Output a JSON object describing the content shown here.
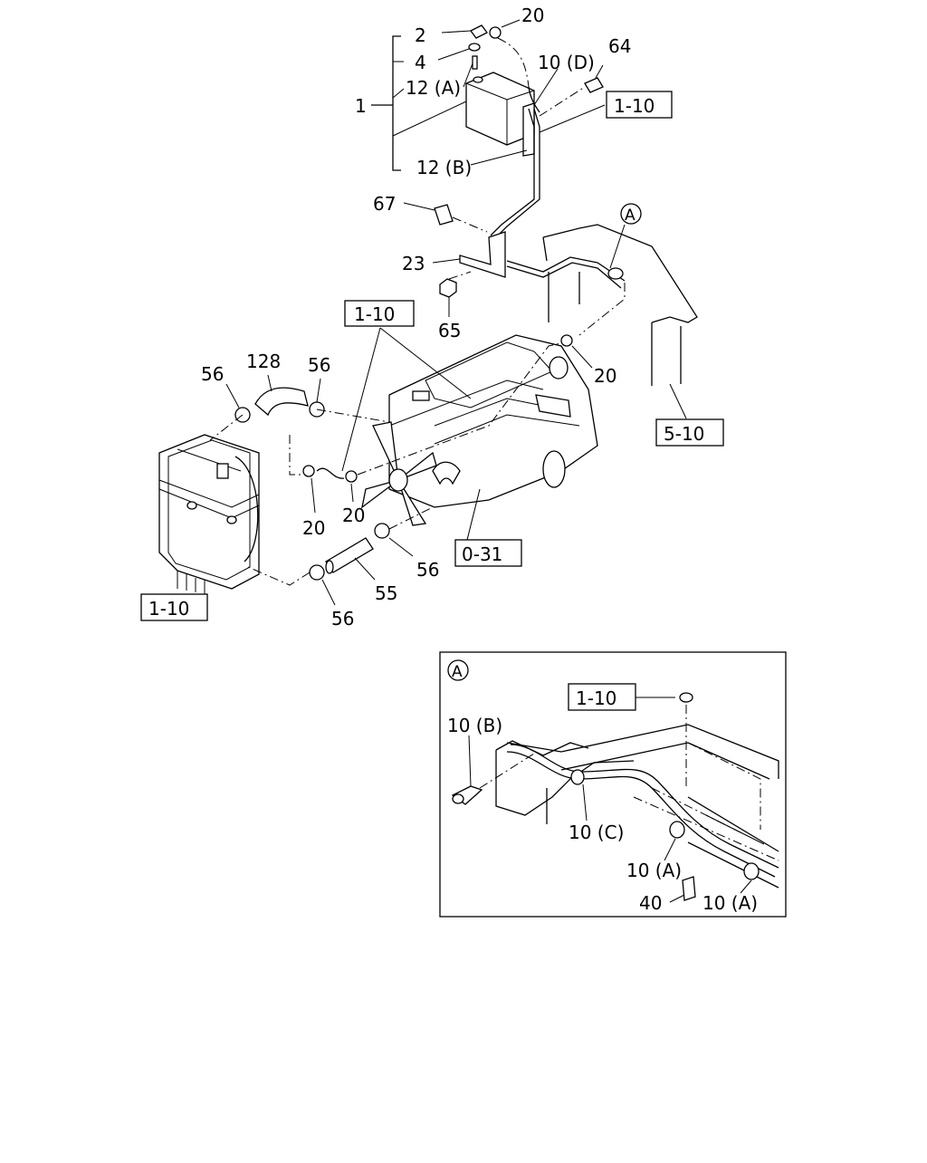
{
  "labels": {
    "l2": "2",
    "l20_top": "20",
    "l4": "4",
    "l10d": "10 (D)",
    "l64": "64",
    "l12a": "12 (A)",
    "l1": "1",
    "l12b": "12 (B)",
    "l67": "67",
    "l23": "23",
    "l65": "65",
    "l56_left": "56",
    "l128": "128",
    "l56_mid": "56",
    "l20_right": "20",
    "l20_a": "20",
    "l20_b": "20",
    "l56_low": "56",
    "l55": "55",
    "l56_bottom": "56",
    "ia_10b": "10 (B)",
    "ia_10c": "10 (C)",
    "ia_10a_1": "10 (A)",
    "ia_40": "40",
    "ia_10a_2": "10 (A)"
  },
  "refs": {
    "r_top": "1-10",
    "r_mid": "1-10",
    "r_chassis": "5-10",
    "r_engine": "0-31",
    "r_radiator": "1-10",
    "r_inset": "1-10"
  },
  "callouts": {
    "a_main": "A",
    "a_inset": "A"
  }
}
